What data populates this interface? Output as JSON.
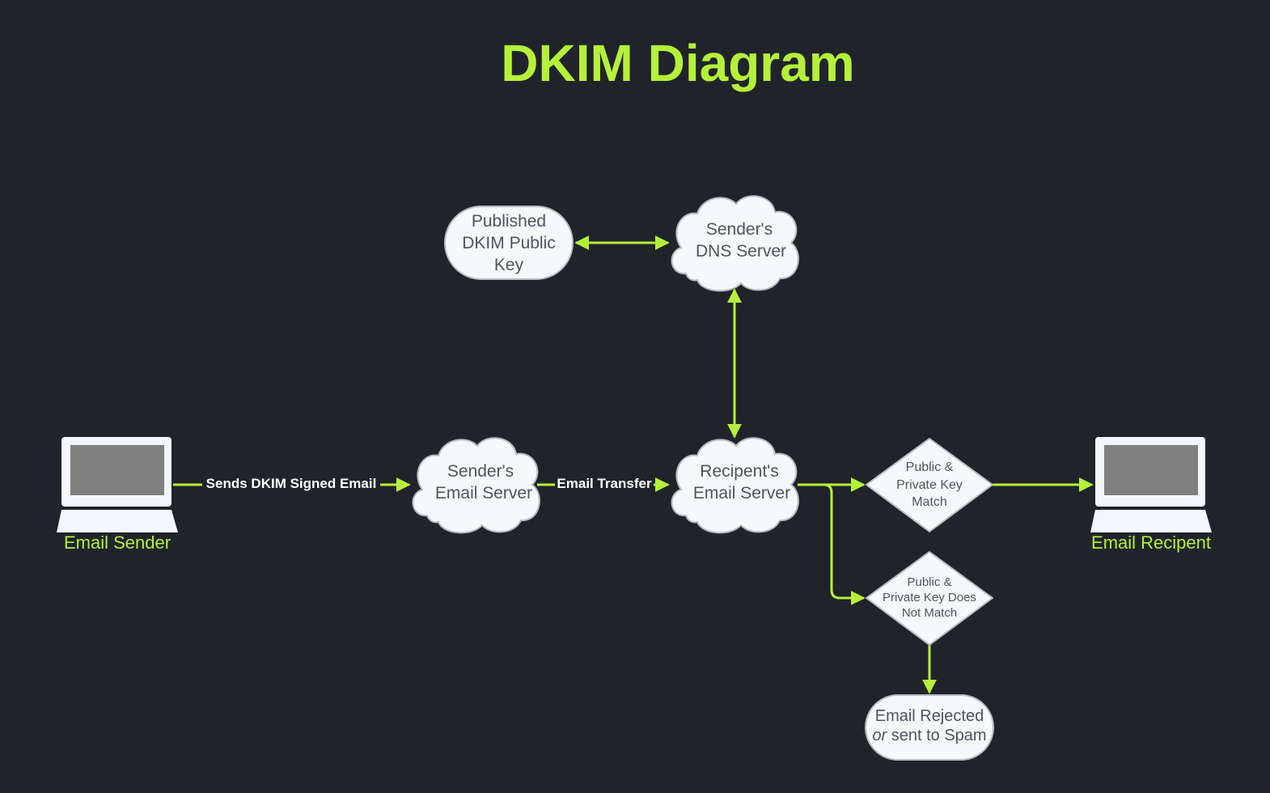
{
  "title": "DKIM Diagram",
  "colors": {
    "background": "#20242a",
    "accent": "#b6f03a",
    "node_fill": "#f6f9fc",
    "node_stroke": "#b7bcc3",
    "node_text": "#4d5461"
  },
  "nodes": {
    "published_key": {
      "line1": "Published",
      "line2": "DKIM Public",
      "line3": "Key"
    },
    "dns_server": {
      "line1": "Sender's",
      "line2": "DNS Server"
    },
    "sender_server": {
      "line1": "Sender's",
      "line2": "Email Server"
    },
    "recipient_server": {
      "line1": "Recipent's",
      "line2": "Email Server"
    },
    "key_match": {
      "line1": "Public &",
      "line2": "Private Key",
      "line3": "Match"
    },
    "key_no_match": {
      "line1": "Public &",
      "line2": "Private Key Does",
      "line3": "Not Match"
    },
    "rejected": {
      "line1": "Email Rejected",
      "line2_em": "or",
      "line2_rest": " sent to Spam"
    }
  },
  "devices": {
    "sender_label": "Email Sender",
    "recipient_label": "Email Recipent",
    "icon": "laptop-icon"
  },
  "edges": {
    "sends_signed": "Sends DKIM Signed Email",
    "transfer": "Email Transfer"
  }
}
